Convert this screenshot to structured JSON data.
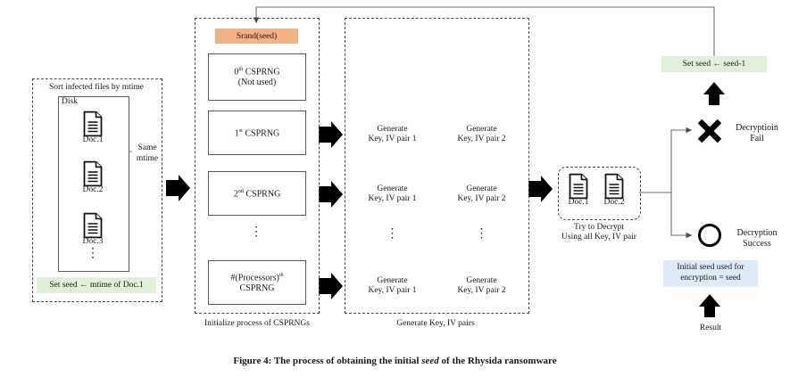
{
  "figure": {
    "caption_prefix": "Figure 4: The process of obtaining the initial ",
    "caption_italic": "seed",
    "caption_suffix": " of the Rhysida ransomware"
  },
  "colors": {
    "srand_fill": "#F4B183",
    "green_fill": "#E2EFD9",
    "blue_fill": "#DEEBF7",
    "box_border": "#5a5a5a",
    "dash_border": "#4a4a4a",
    "line": "#6f6f6f",
    "arrow_black": "#000000",
    "text": "#1a1a1a"
  },
  "stage1": {
    "title": "Sort infected files by mtime",
    "disk_label": "Disk",
    "docs": [
      {
        "label": "Doc.1"
      },
      {
        "label": "Doc.2"
      },
      {
        "label": "Doc.3"
      }
    ],
    "ellipsis": "⋮",
    "brace_label_line1": "Same",
    "brace_label_line2": "mtime",
    "seed_chip": "Set seed ← mtime of Doc.1"
  },
  "stage2": {
    "srand_box": "Srand(seed)",
    "boxes": [
      {
        "prefix": "0",
        "ordinal": "th",
        "suffix": " CSPRNG",
        "sub": "(Not used)"
      },
      {
        "prefix": "1",
        "ordinal": "st",
        "suffix": "  CSPRNG",
        "sub": ""
      },
      {
        "prefix": "2",
        "ordinal": "nd",
        "suffix": " CSPRNG",
        "sub": ""
      },
      {
        "prefix": "#(Processors)",
        "ordinal": "th",
        "suffix": "",
        "sub": "CSPRNG"
      }
    ],
    "ellipsis": "⋮",
    "section_label": "Initialize process of CSPRNGs"
  },
  "stage3": {
    "rows": [
      {
        "left_line1": "Generate",
        "left_line2": "Key, IV pair 1",
        "right_line1": "Generate",
        "right_line2": "Key, IV pair 2"
      },
      {
        "left_line1": "Generate",
        "left_line2": "Key, IV pair 1",
        "right_line1": "Generate",
        "right_line2": "Key, IV pair 2"
      },
      {
        "left_line1": "Generate",
        "left_line2": "Key, IV pair 1",
        "right_line1": "Generate",
        "right_line2": "Key, IV pair 2"
      }
    ],
    "ellipsis": "⋮",
    "section_label": "Generate Key, IV pairs"
  },
  "stage4": {
    "docs": [
      {
        "label": "Doc.1"
      },
      {
        "label": "Doc.2"
      }
    ],
    "caption_line1": "Try to Decrypt",
    "caption_line2": "Using all Key, IV pair"
  },
  "stage5": {
    "fail_icon": "x-mark-icon",
    "fail_line1": "Decryptioin",
    "fail_line2": "Fail",
    "success_icon": "circle-icon",
    "success_line1": "Decryption",
    "success_line2": "Success",
    "retry_chip": "Set seed ← seed-1",
    "result_chip_line1": "Initial seed used for",
    "result_chip_line2": "encryption = seed",
    "result_label": "Result"
  }
}
